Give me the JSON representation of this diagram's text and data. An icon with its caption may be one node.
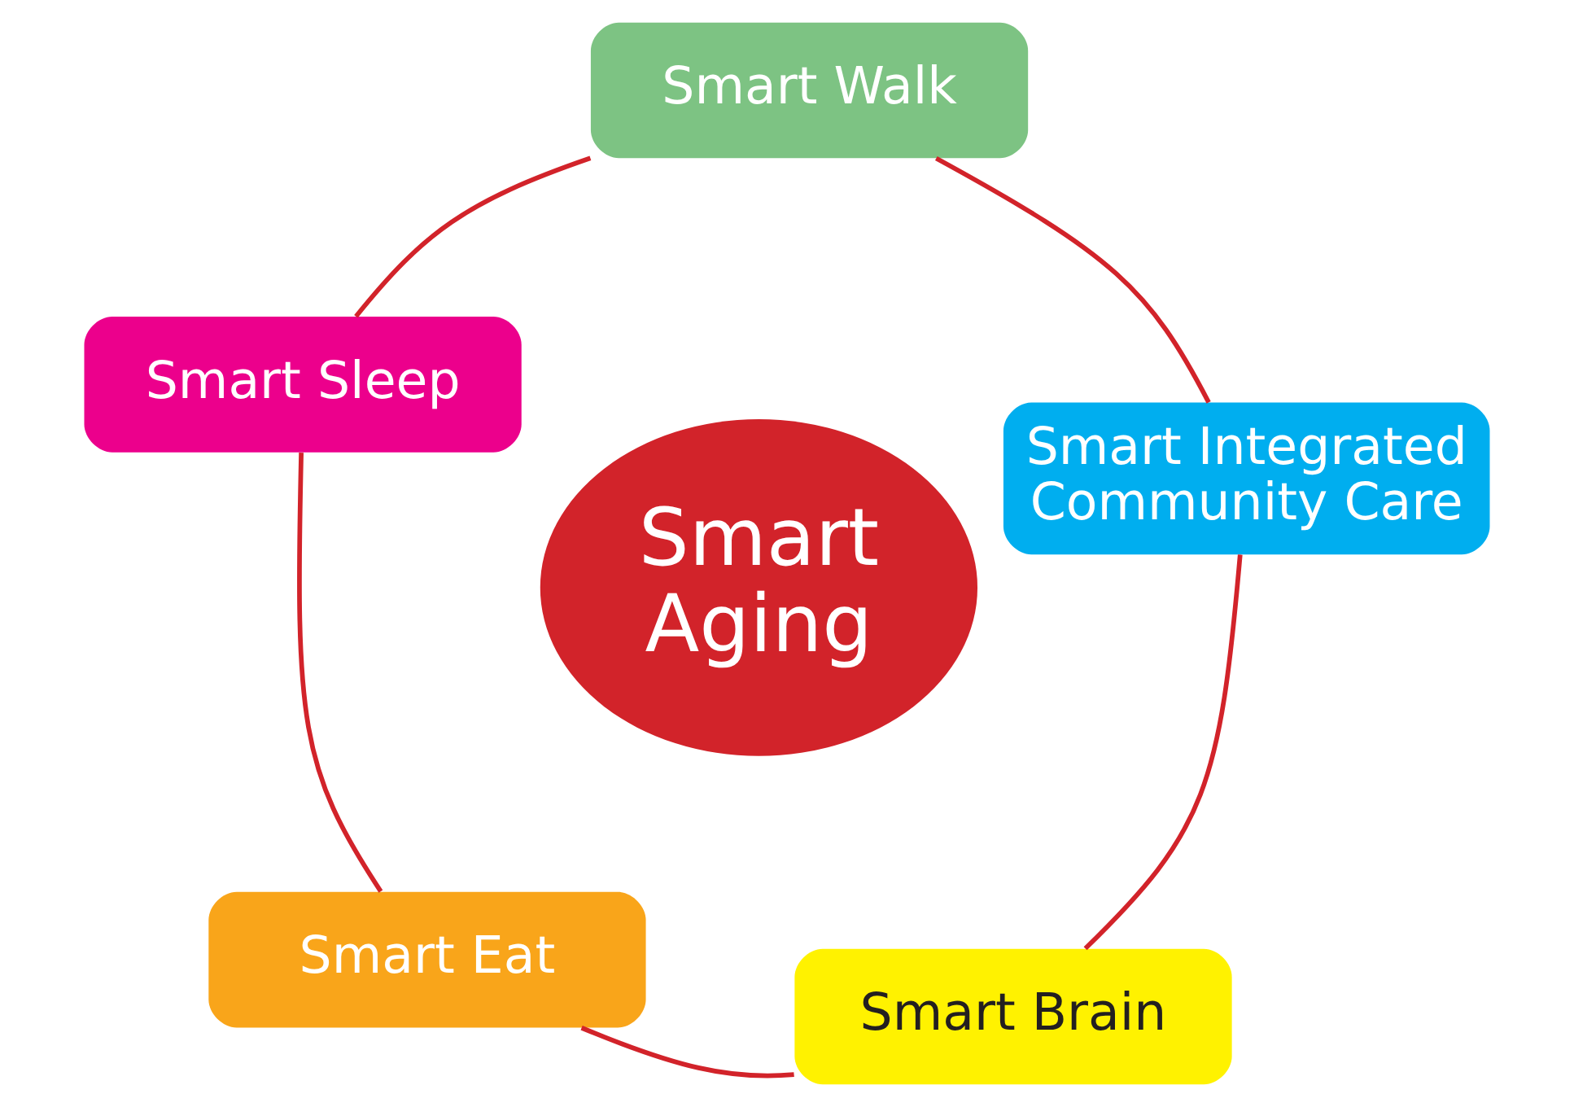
{
  "diagram": {
    "nodes": [
      {
        "text": [
          "Smart Integrated Community Care"
        ]
      },
      {
        "text": [
          "Smart Walk"
        ]
      },
      {
        "text": [
          "Smart Brain"
        ]
      },
      {
        "text": [
          "Smart Aging"
        ]
      },
      {
        "text": [
          "Smart Sleep"
        ]
      },
      {
        "text": [
          "Smart Eat"
        ]
      }
    ],
    "edges": [
      {
        "from": 0,
        "to": 2,
        "arrow": "none"
      },
      {
        "from": 2,
        "to": 5,
        "arrow": "none"
      },
      {
        "from": 5,
        "to": 4,
        "arrow": "none"
      },
      {
        "from": 4,
        "to": 1,
        "arrow": "none"
      },
      {
        "from": 1,
        "to": 0,
        "arrow": "none"
      }
    ]
  }
}
